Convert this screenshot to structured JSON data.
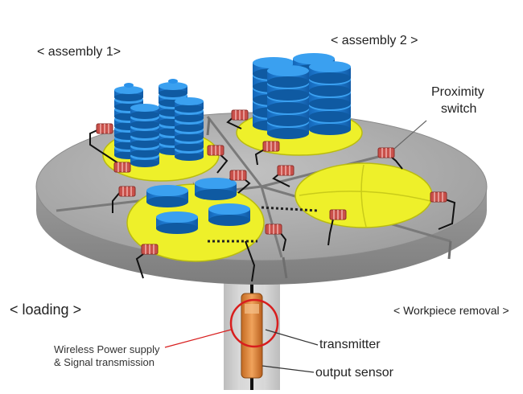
{
  "labels": {
    "assembly1": "< assembly 1>",
    "assembly2": "< assembly 2 >",
    "proximity_line1": "Proximity",
    "proximity_line2": "switch",
    "loading": "< loading >",
    "workpiece_removal": "< Workpiece removal >",
    "wireless_line1": "Wireless Power supply",
    "wireless_line2": "& Signal transmission",
    "transmitter": "transmitter",
    "output_sensor": "output sensor"
  },
  "colors": {
    "table_top": "#a9a9a9",
    "table_side": "#8e8e8e",
    "pallet_yellow": "#eef02a",
    "workpiece_blue": "#1e7fd6",
    "switch_red": "#c9504a",
    "sensor_orange": "#e08a3c",
    "highlight_circle": "#d81e1e"
  }
}
